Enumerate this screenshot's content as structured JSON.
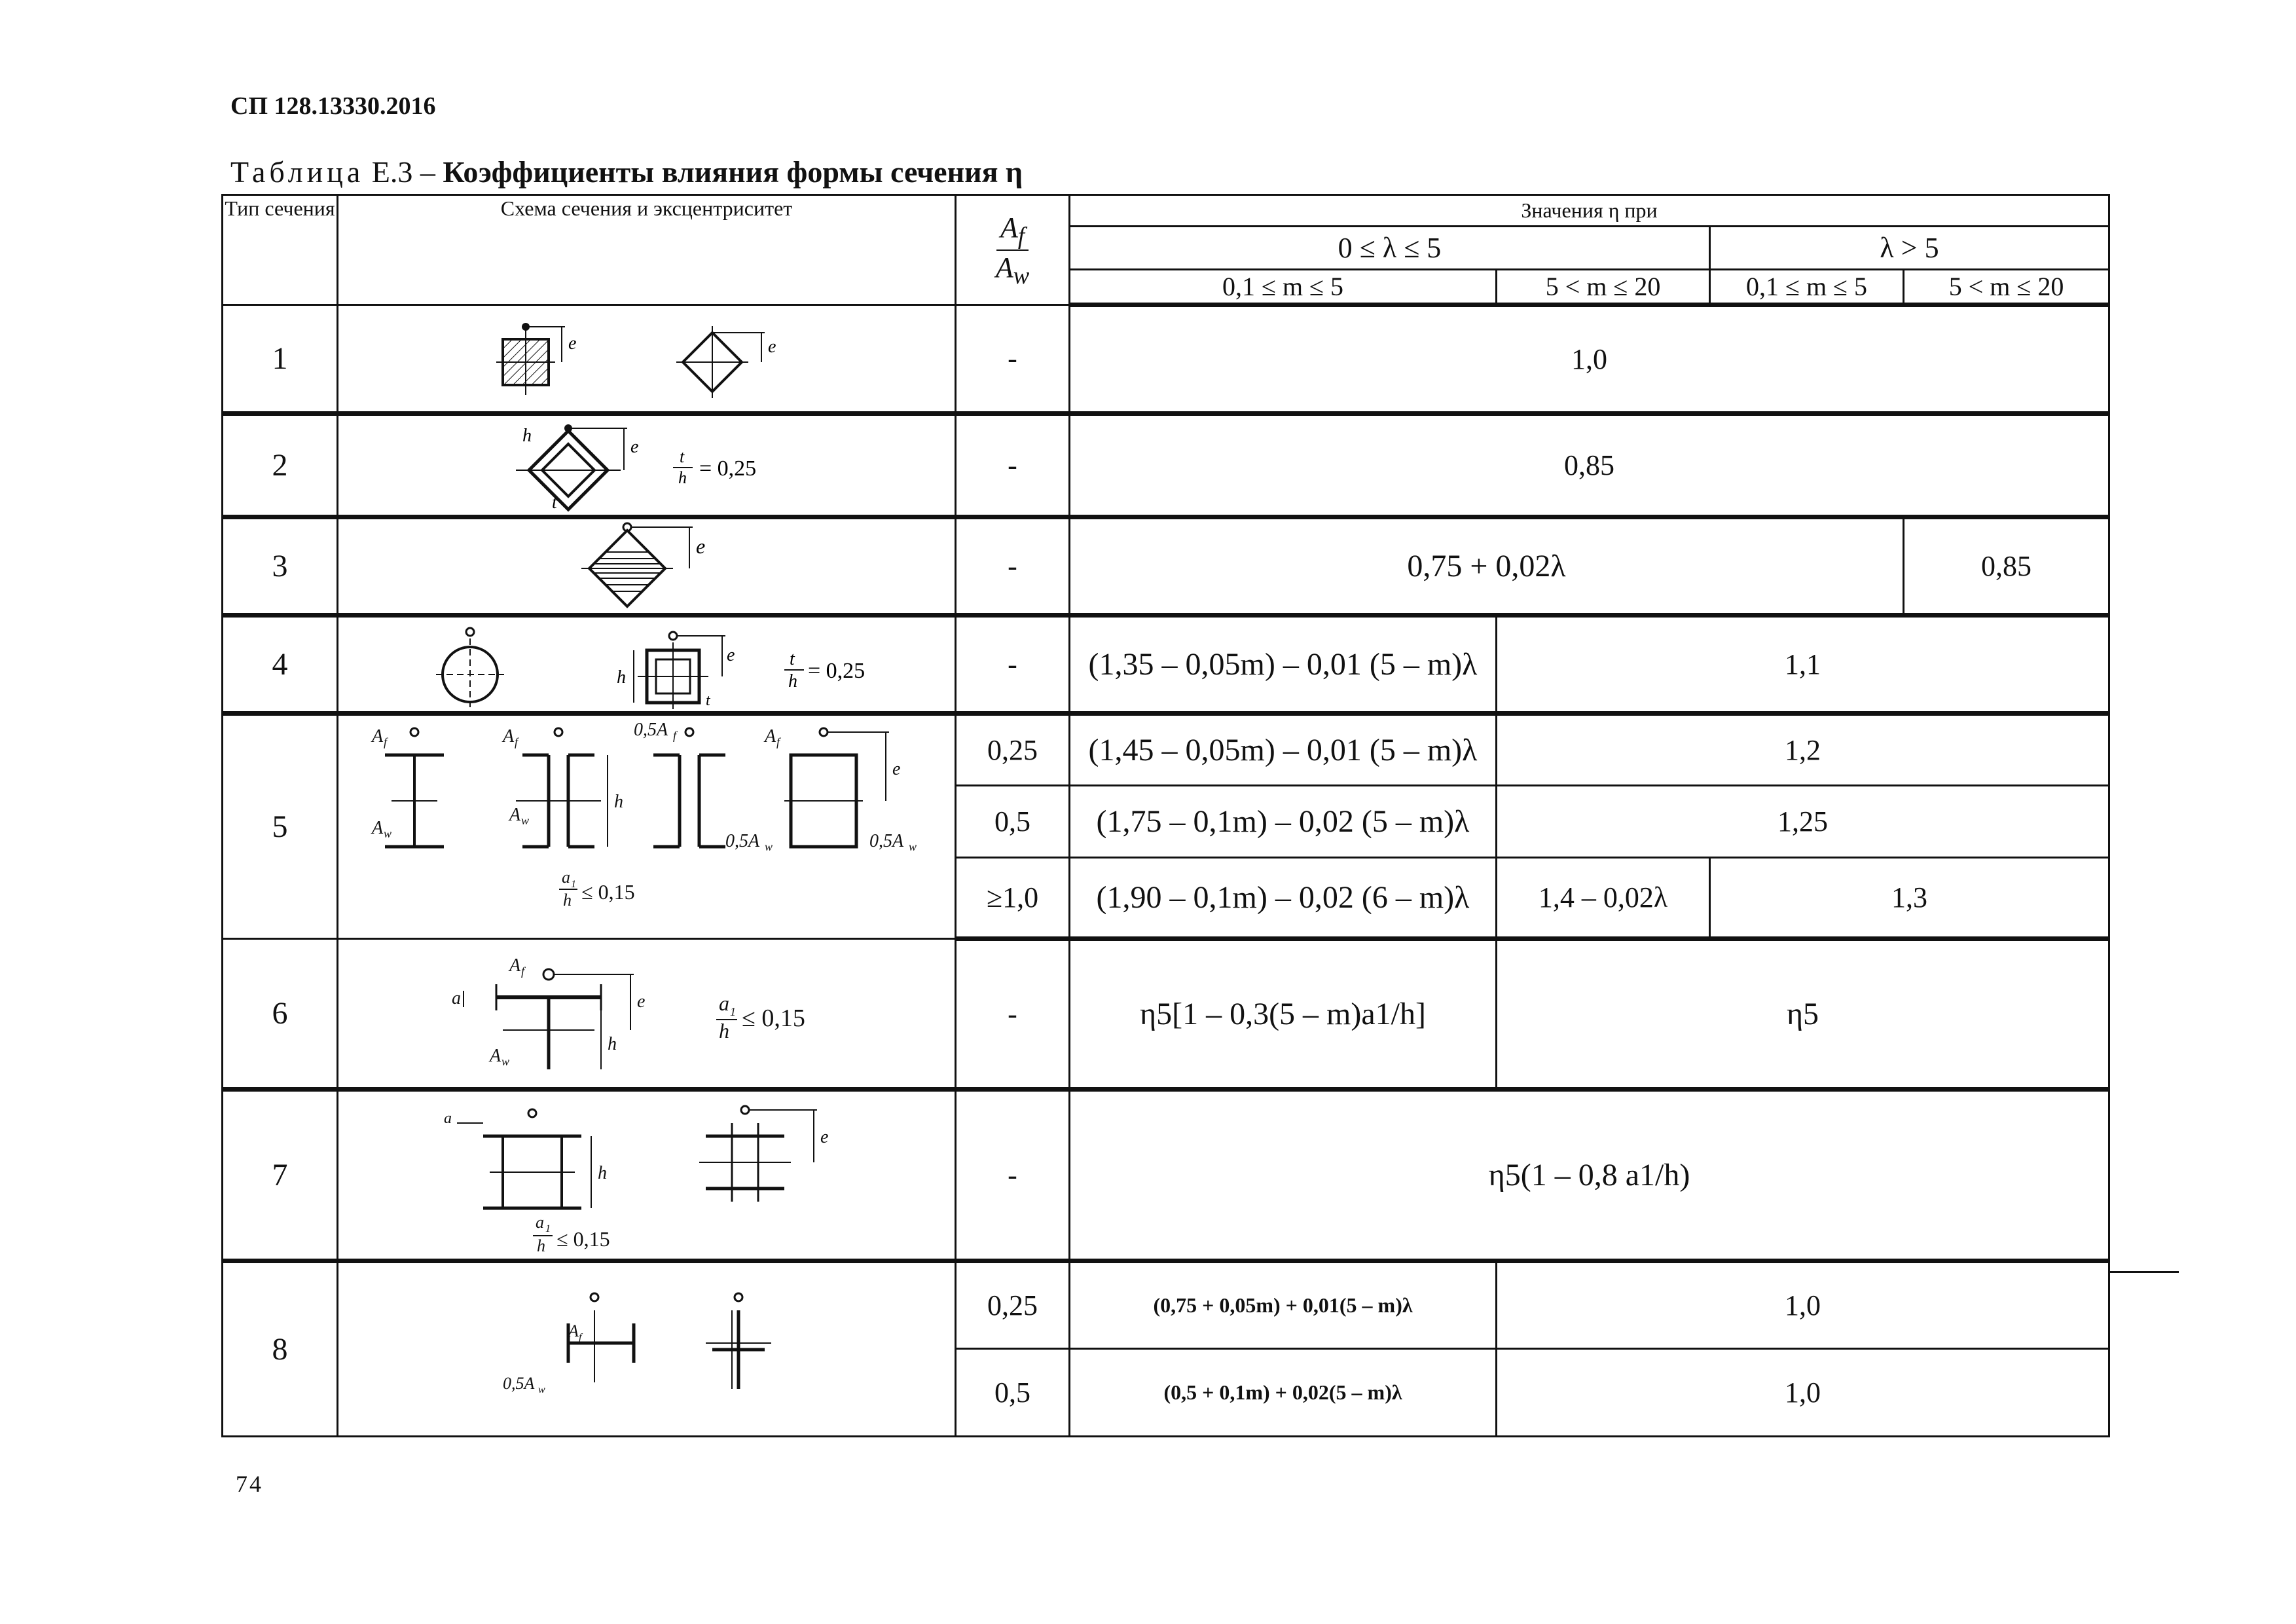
{
  "document": {
    "code": "СП 128.13330.2016",
    "caption_prefix": "Таблица",
    "caption_number": "Е.3",
    "caption_dash": "–",
    "caption_title": "Коэффициенты влияния формы сечения η",
    "page_number": "74"
  },
  "header": {
    "col_type": "Тип сечения",
    "col_scheme": "Схема сечения и эксцентриситет",
    "col_ratio_num": "A",
    "col_ratio_num_sub": "f",
    "col_ratio_den": "A",
    "col_ratio_den_sub": "w",
    "values_title": "Значения η при",
    "range_low": "0 ≤ λ ≤ 5",
    "range_high": "λ > 5",
    "m_low": "0,1 ≤ m ≤ 5",
    "m_high": "5 < m ≤ 20"
  },
  "rows": [
    {
      "type": "1",
      "ratio": "-",
      "v1": "1,0"
    },
    {
      "type": "2",
      "ratio": "-",
      "v1": "0,85",
      "note": "= 0,25"
    },
    {
      "type": "3",
      "ratio": "-",
      "v1": "0,75 + 0,02λ",
      "v2": "0,85"
    },
    {
      "type": "4",
      "ratio": "-",
      "v1": "(1,35 – 0,05m) – 0,01 (5 – m)λ",
      "v2": "1,1",
      "note": "= 0,25"
    },
    {
      "type": "5",
      "sub": [
        {
          "ratio": "0,25",
          "v1": "(1,45 – 0,05m) – 0,01 (5 – m)λ",
          "v2": "1,2"
        },
        {
          "ratio": "0,5",
          "v1": "(1,75 – 0,1m) – 0,02 (5 – m)λ",
          "v2": "1,25"
        },
        {
          "ratio": "≥1,0",
          "v1": "(1,90 – 0,1m) – 0,02 (6 – m)λ",
          "v2": "1,4 – 0,02λ",
          "v3": "1,3"
        }
      ],
      "note": "≤ 0,15"
    },
    {
      "type": "6",
      "ratio": "-",
      "v1": "η5[1 – 0,3(5 – m)a1/h]",
      "v2": "η5",
      "note": "≤ 0,15"
    },
    {
      "type": "7",
      "ratio": "-",
      "v1": "η5(1 – 0,8 a1/h)",
      "note": "≤ 0,15"
    },
    {
      "type": "8",
      "sub": [
        {
          "ratio": "0,25",
          "v1": "(0,75 + 0,05m) + 0,01(5 – m)λ",
          "v2": "1,0"
        },
        {
          "ratio": "0,5",
          "v1": "(0,5 + 0,1m) + 0,02(5 – m)λ",
          "v2": "1,0"
        }
      ]
    }
  ],
  "labels": {
    "e": "e",
    "h": "h",
    "t": "t",
    "a1": "a",
    "a1_sub": "1",
    "af": "A",
    "af_sub": "f",
    "aw": "A",
    "aw_sub": "w",
    "half_af": "0,5A",
    "half_aw": "0,5A"
  }
}
